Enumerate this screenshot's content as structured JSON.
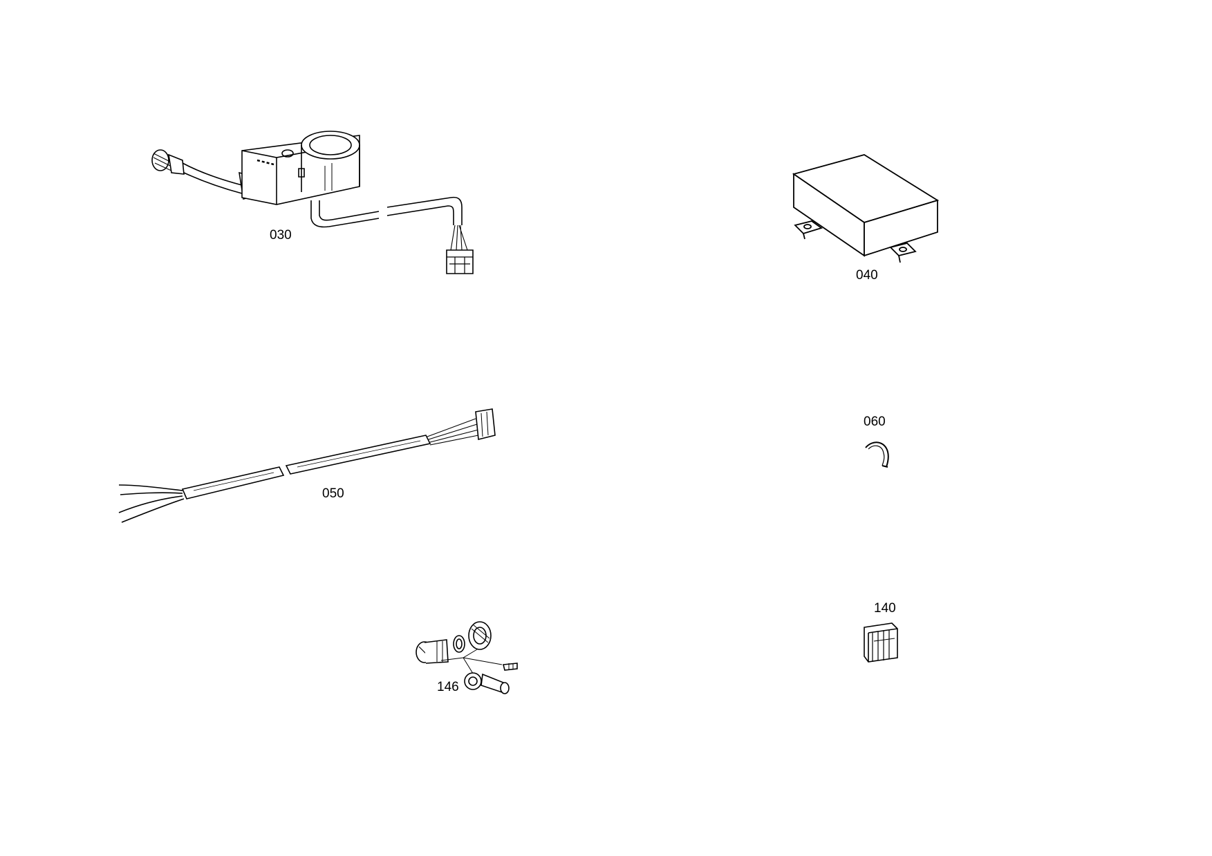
{
  "parts": [
    {
      "id": "part-030",
      "label": "030"
    },
    {
      "id": "part-040",
      "label": "040"
    },
    {
      "id": "part-050",
      "label": "050"
    },
    {
      "id": "part-060",
      "label": "060"
    },
    {
      "id": "part-140",
      "label": "140"
    },
    {
      "id": "part-146",
      "label": "146"
    }
  ]
}
